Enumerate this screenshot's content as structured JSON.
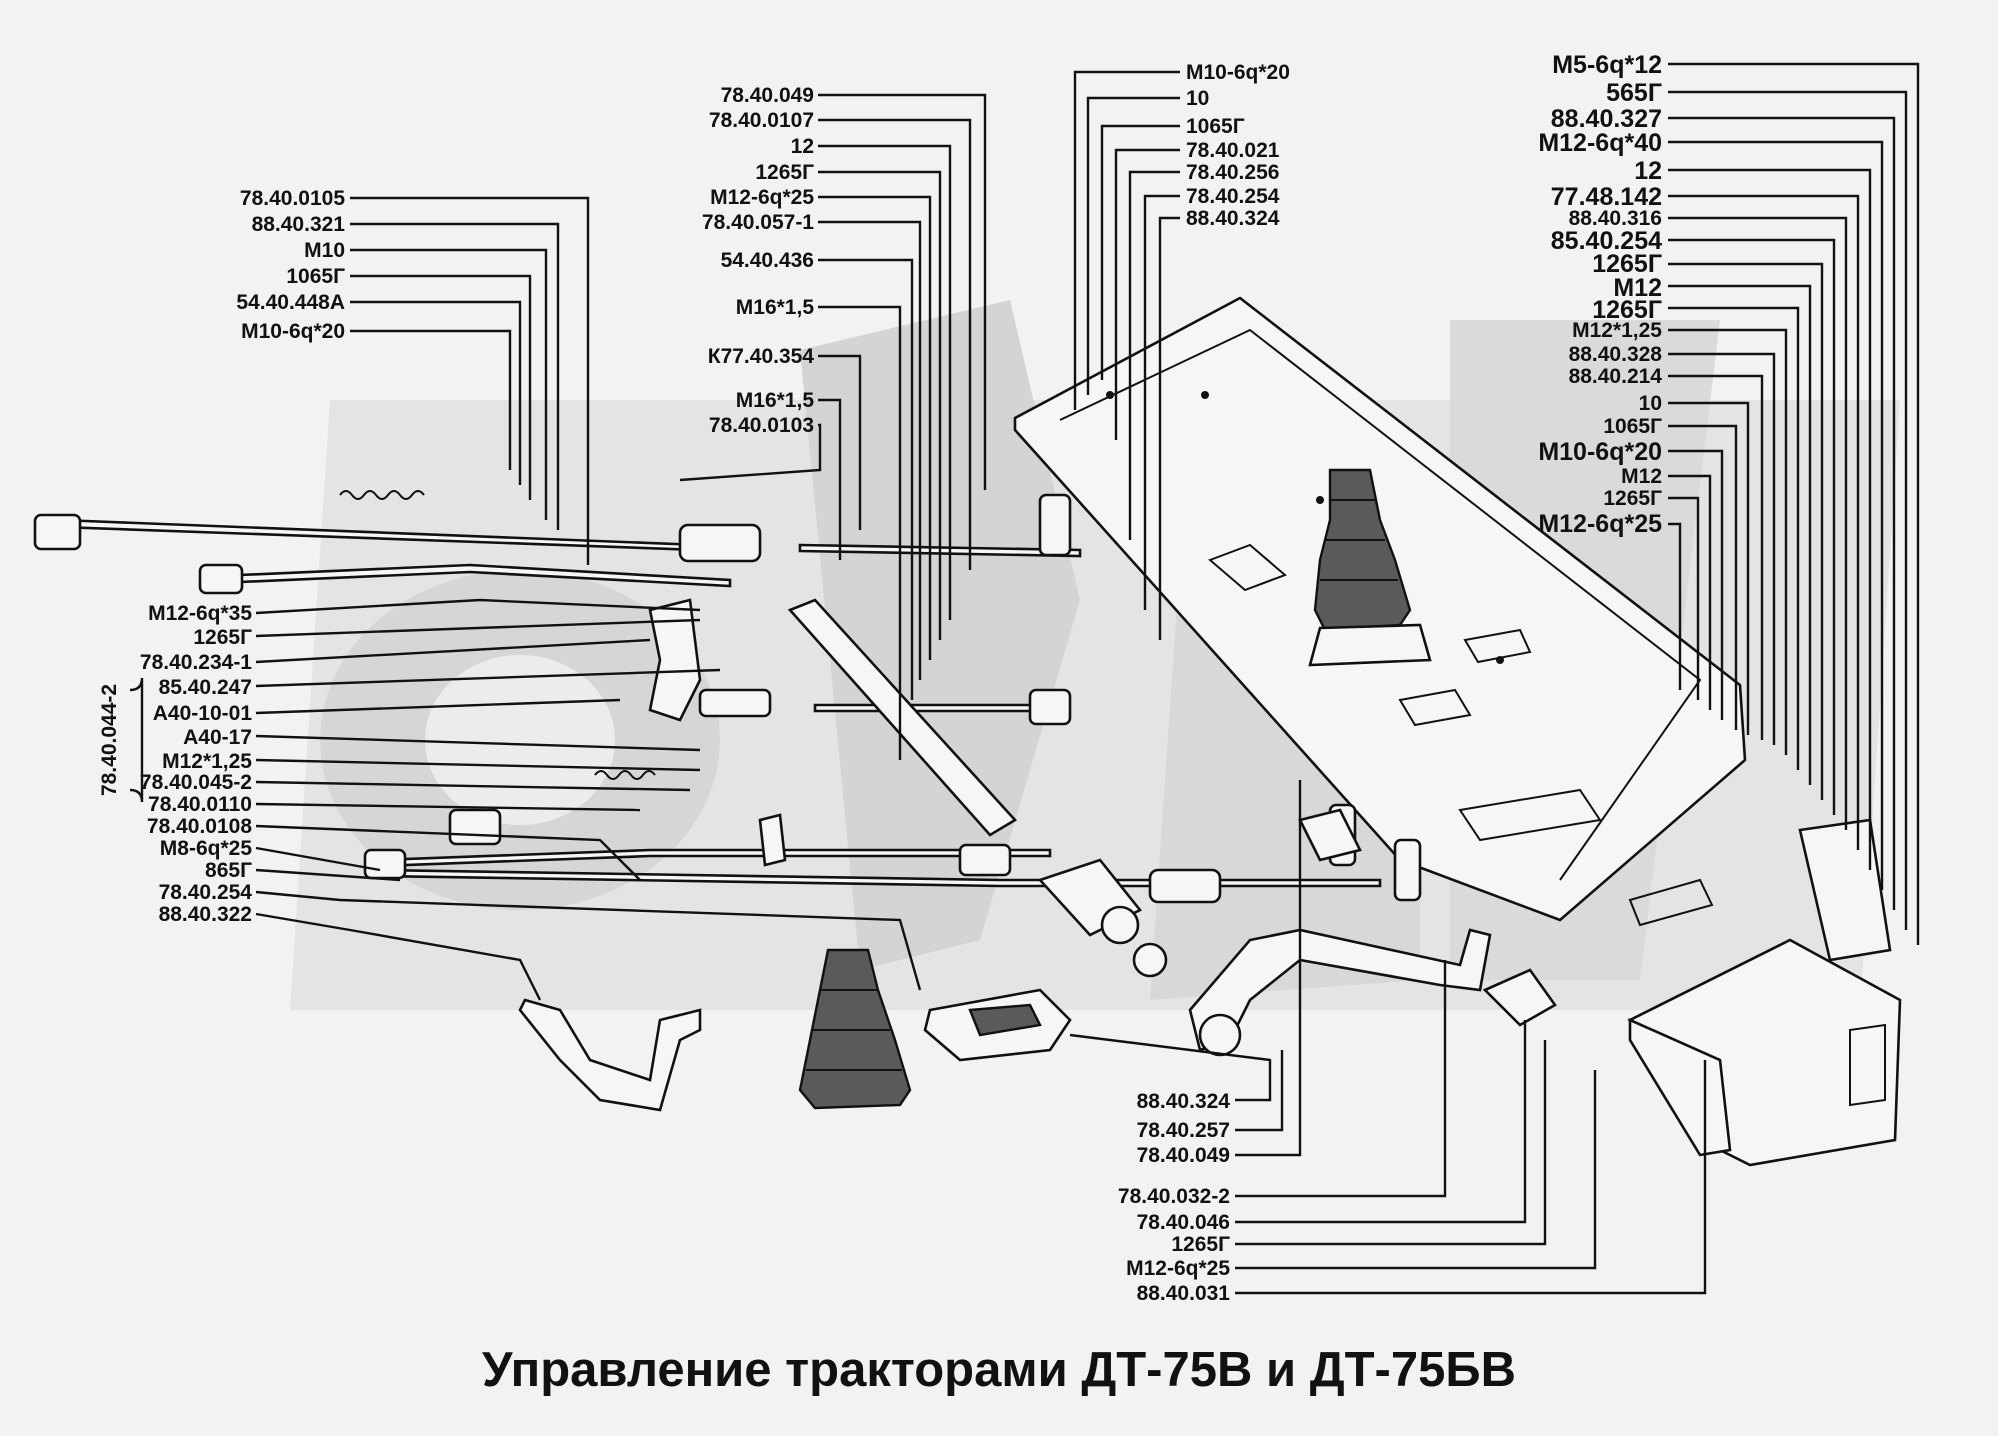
{
  "title": "Управление тракторами ДТ-75В и ДТ-75БВ",
  "watermark": "ОРЕХ",
  "left_labels": [
    "78.40.0105",
    "88.40.321",
    "М10",
    "1065Г",
    "54.40.448А",
    "М10-6q*20"
  ],
  "left_mid_labels": [
    "М12-6q*35",
    "1265Г",
    "78.40.234-1",
    "85.40.247",
    "А40-10-01",
    "А40-17",
    "М12*1,25",
    "78.40.045-2",
    "78.40.0110",
    "78.40.0108",
    "М8-6q*25",
    "865Г",
    "78.40.254",
    "88.40.322"
  ],
  "vertical_label": "78.40.044-2",
  "center_labels": [
    "78.40.049",
    "78.40.0107",
    "12",
    "1265Г",
    "М12-6q*25",
    "78.40.057-1",
    "54.40.436",
    "М16*1,5",
    "К77.40.354",
    "М16*1,5",
    "78.40.0103"
  ],
  "top_center_labels": [
    "М10-6q*20",
    "10",
    "1065Г",
    "78.40.021",
    "78.40.256",
    "78.40.254",
    "88.40.324"
  ],
  "right_labels": [
    "М5-6q*12",
    "565Г",
    "88.40.327",
    "М12-6q*40",
    "12",
    "77.48.142",
    "88.40.316",
    "85.40.254",
    "1265Г",
    "М12",
    "1265Г",
    "М12*1,25",
    "88.40.328",
    "88.40.214",
    "10",
    "1065Г",
    "М10-6q*20",
    "М12",
    "1265Г",
    "М12-6q*25"
  ],
  "bottom_labels": [
    "88.40.324",
    "78.40.257",
    "78.40.049",
    "78.40.032-2",
    "78.40.046",
    "1265Г",
    "М12-6q*25",
    "88.40.031"
  ]
}
